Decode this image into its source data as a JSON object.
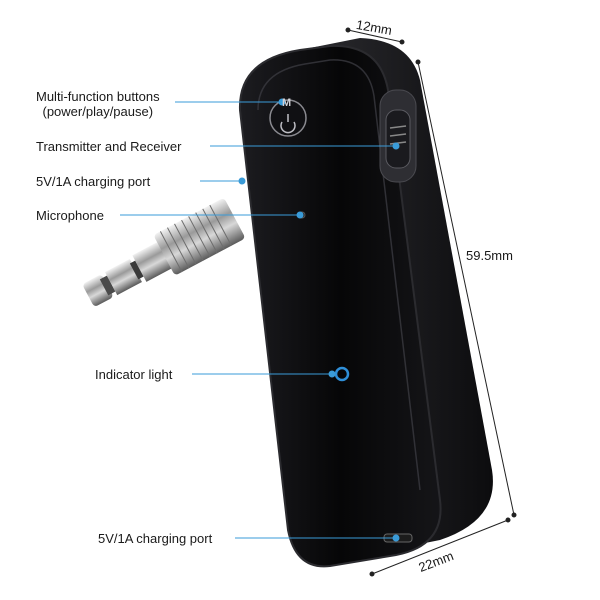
{
  "callouts": {
    "multi_function_line1": "Multi-function buttons",
    "multi_function_line2": "(power/play/pause)",
    "transmitter_receiver": "Transmitter and Receiver",
    "charging_port_top": "5V/1A charging port",
    "microphone": "Microphone",
    "indicator_light": "Indicator light",
    "charging_port_bottom": "5V/1A charging port"
  },
  "dimensions": {
    "depth": "12mm",
    "height": "59.5mm",
    "width": "22mm"
  },
  "button_glyph": "M",
  "colors": {
    "callout_line": "#3a9bd8",
    "device_body": "#0b0b0d",
    "indicator": "#2f8fd8"
  }
}
